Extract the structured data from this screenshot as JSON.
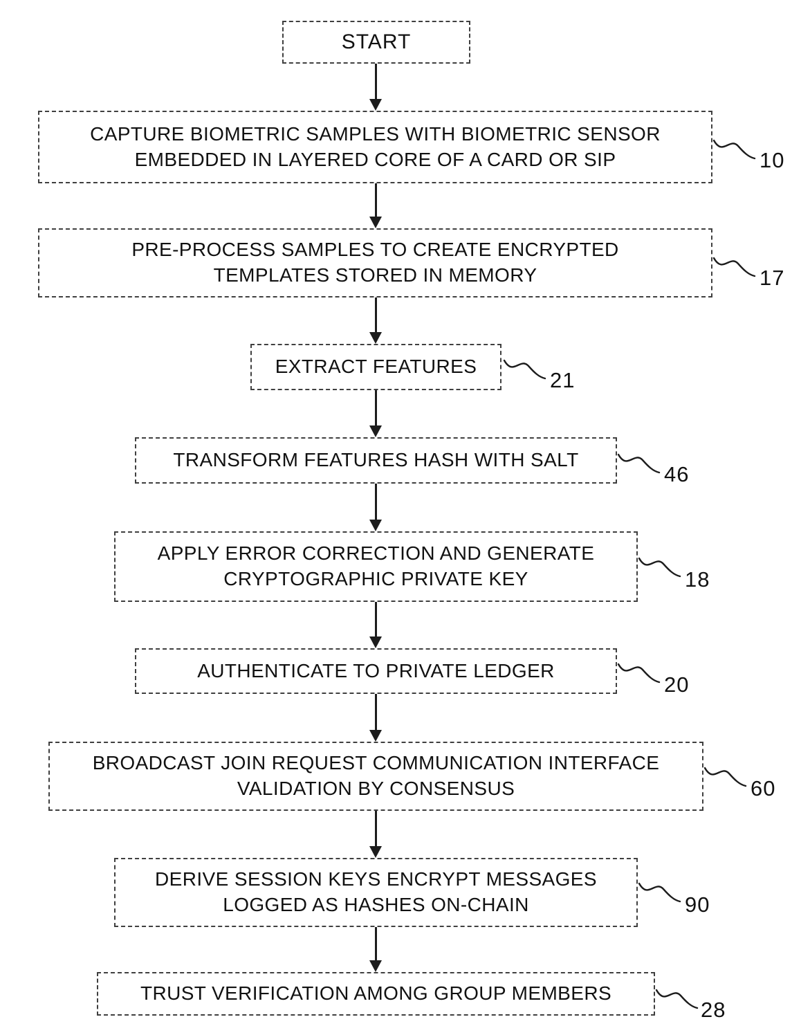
{
  "start": {
    "label": "START"
  },
  "nodes": [
    {
      "lines": [
        "CAPTURE BIOMETRIC SAMPLES WITH BIOMETRIC SENSOR",
        "EMBEDDED IN LAYERED CORE OF A CARD OR SIP"
      ],
      "ref": "10"
    },
    {
      "lines": [
        "PRE-PROCESS SAMPLES TO CREATE ENCRYPTED",
        "TEMPLATES STORED IN MEMORY"
      ],
      "ref": "17"
    },
    {
      "lines": [
        "EXTRACT FEATURES"
      ],
      "ref": "21"
    },
    {
      "lines": [
        "TRANSFORM FEATURES HASH WITH SALT"
      ],
      "ref": "46"
    },
    {
      "lines": [
        "APPLY ERROR CORRECTION AND GENERATE",
        "CRYPTOGRAPHIC PRIVATE KEY"
      ],
      "ref": "18"
    },
    {
      "lines": [
        "AUTHENTICATE TO PRIVATE LEDGER"
      ],
      "ref": "20"
    },
    {
      "lines": [
        "BROADCAST JOIN REQUEST COMMUNICATION INTERFACE",
        "VALIDATION BY CONSENSUS"
      ],
      "ref": "60"
    },
    {
      "lines": [
        "DERIVE SESSION KEYS ENCRYPT MESSAGES",
        "LOGGED AS HASHES ON-CHAIN"
      ],
      "ref": "90"
    },
    {
      "lines": [
        "TRUST VERIFICATION AMONG GROUP MEMBERS"
      ],
      "ref": "28"
    }
  ],
  "colors": {
    "line": "#1c1c1c",
    "border": "#3f3f3f",
    "background": "#ffffff"
  }
}
